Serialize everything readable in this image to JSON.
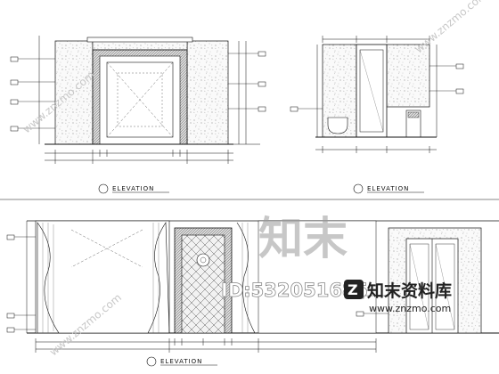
{
  "titles": {
    "elevation_1": "ELEVATION",
    "elevation_2": "ELEVATION",
    "elevation_3": "ELEVATION"
  },
  "watermark": {
    "brand_mark": "知末",
    "id_code": "ID:532051685",
    "brand_name": "知末资料库",
    "url": "www.znzmo.com",
    "diagonal_text": "www.znzmo.com"
  },
  "colors": {
    "line": "#111111",
    "hatch": "#555555",
    "watermark": "#9a9a9a"
  }
}
